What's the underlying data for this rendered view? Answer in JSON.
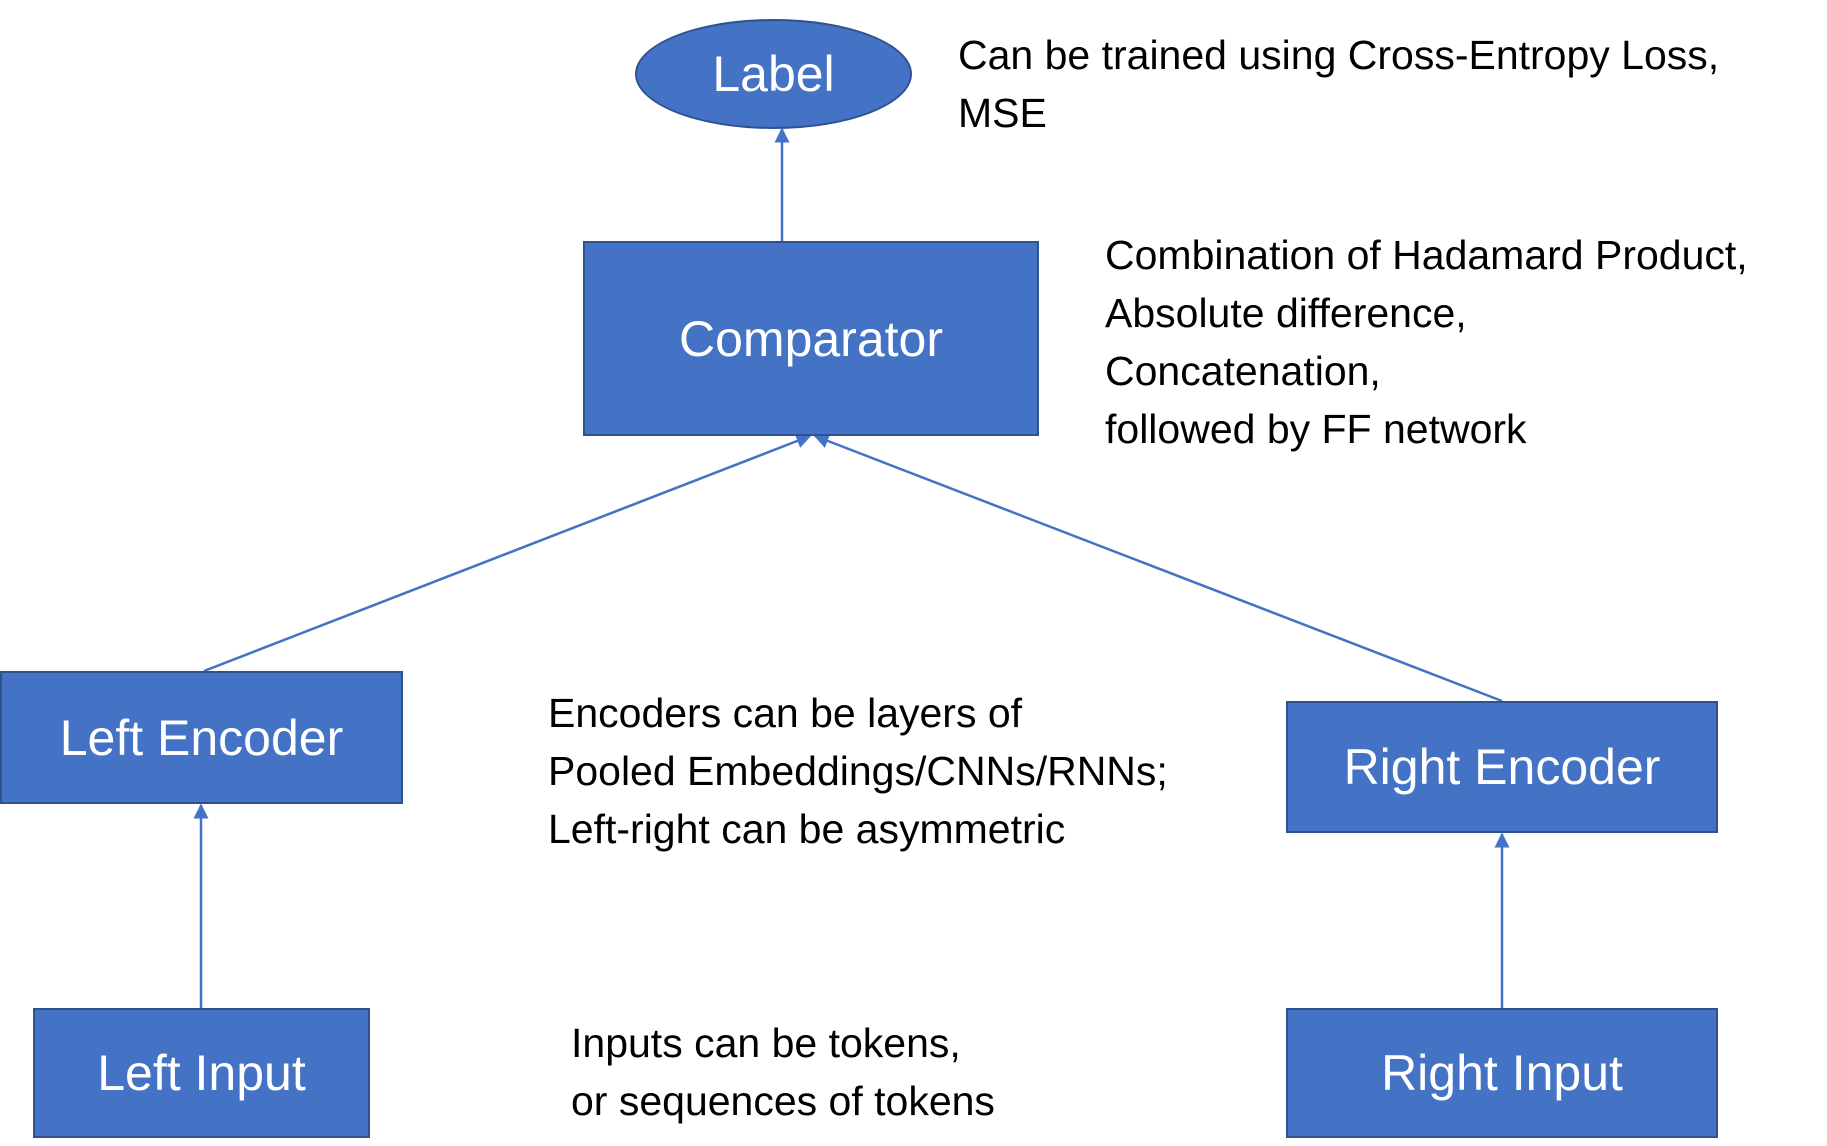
{
  "colors": {
    "node_fill": "#4472c4",
    "node_border": "#2f528f",
    "edge": "#4472c4",
    "node_text": "#ffffff",
    "note_text": "#000000"
  },
  "nodes": {
    "label": "Label",
    "comparator": "Comparator",
    "left_encoder": "Left Encoder",
    "right_encoder": "Right Encoder",
    "left_input": "Left Input",
    "right_input": "Right Input"
  },
  "notes": {
    "loss": [
      "Can be trained using Cross-Entropy Loss,",
      "MSE"
    ],
    "comparator": [
      "Combination of Hadamard Product,",
      "Absolute difference,",
      "Concatenation,",
      "followed by FF network"
    ],
    "encoders": [
      "Encoders can be layers of",
      "Pooled Embeddings/CNNs/RNNs;",
      "Left-right can be asymmetric"
    ],
    "inputs": [
      "Inputs can be tokens,",
      "or sequences of tokens"
    ]
  }
}
